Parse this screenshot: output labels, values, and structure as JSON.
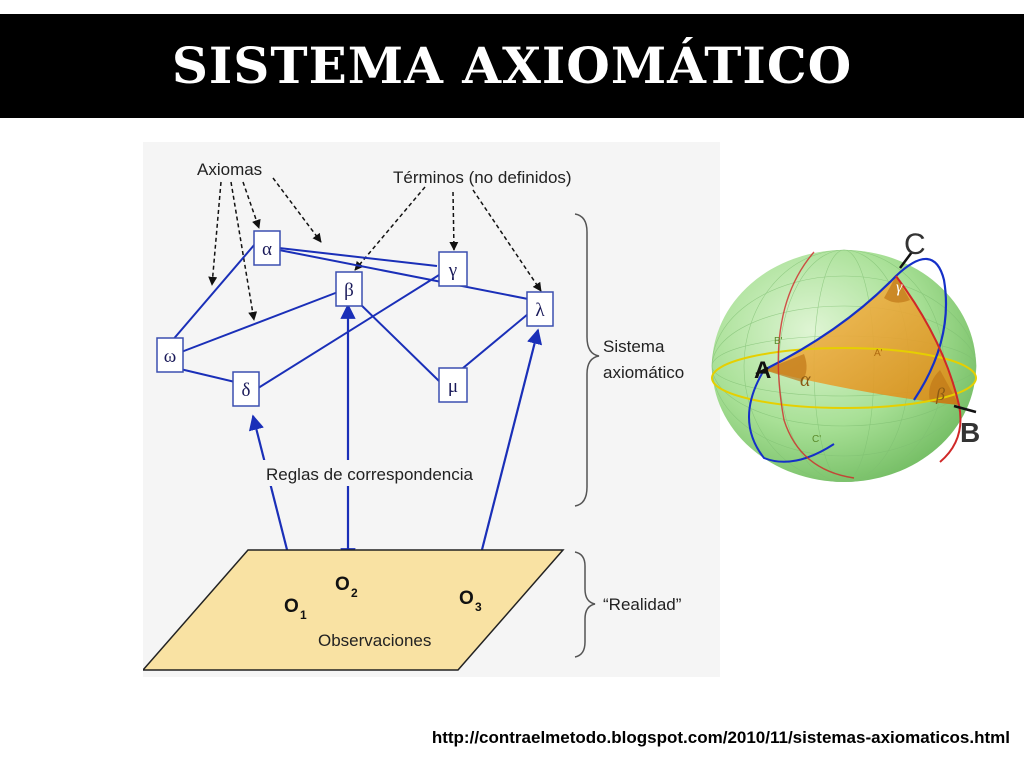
{
  "slide": {
    "title": "SISTEMA AXIOMÁTICO",
    "source_url": "http://contraelmetodo.blogspot.com/2010/11/sistemas-axiomaticos.html"
  },
  "diagram": {
    "labels": {
      "axiomas": "Axiomas",
      "terminos": "Términos (no definidos)",
      "reglas": "Reglas de correspondencia",
      "sistema_line1": "Sistema",
      "sistema_line2": "axiomático",
      "realidad": "“Realidad”",
      "observaciones": "Observaciones"
    },
    "nodes": {
      "alpha": "α",
      "beta": "β",
      "gamma": "γ",
      "lambda": "λ",
      "omega": "ω",
      "delta": "δ",
      "mu": "μ"
    },
    "observations": {
      "o1": "O",
      "o1_sub": "1",
      "o2": "O",
      "o2_sub": "2",
      "o3": "O",
      "o3_sub": "3"
    },
    "colors": {
      "edge": "#1a2fb8",
      "node_border": "#3b4fb0",
      "plane_fill": "#f9e2a3",
      "plane_border": "#222222",
      "panel_bg": "#f3f3f3"
    }
  },
  "sphere": {
    "labels": {
      "a": "A",
      "b": "B",
      "c": "C",
      "b_prime": "B'",
      "c_prime": "C'",
      "a_prime": "A'",
      "alpha": "α",
      "beta": "β",
      "gamma": "γ"
    },
    "colors": {
      "sphere": "#9edc8c",
      "triangle": "#f0a830",
      "great_circle_1": "#1530c8",
      "great_circle_2": "#d02828",
      "equator": "#e6cf00"
    }
  }
}
